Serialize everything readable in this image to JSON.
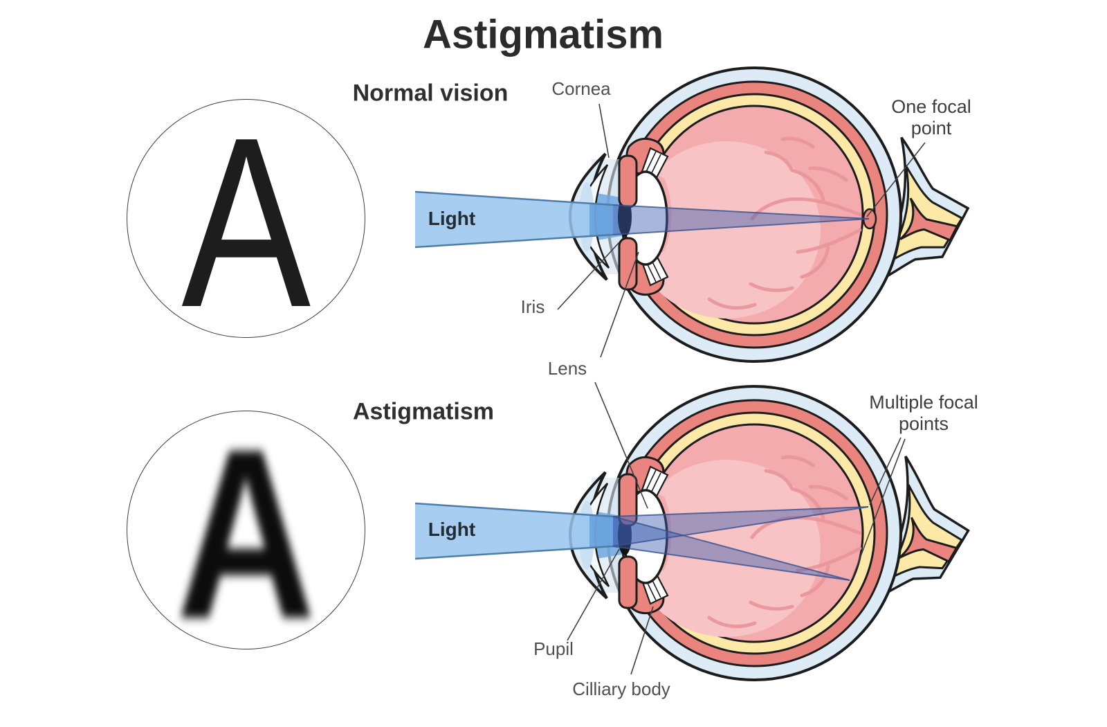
{
  "title": "Astigmatism",
  "sections": {
    "normal": {
      "subtitle": "Normal vision",
      "test_letter": "A",
      "beam_label": "Light",
      "labels": {
        "cornea": "Cornea",
        "iris": "Iris",
        "lens": "Lens",
        "focal_line1": "One focal",
        "focal_line2": "point"
      }
    },
    "astigmatism": {
      "subtitle": "Astigmatism",
      "test_letter": "A",
      "beam_label": "Light",
      "labels": {
        "pupil": "Pupil",
        "ciliary_body": "Cilliary body",
        "focal_line1": "Multiple focal",
        "focal_line2": "points"
      }
    }
  },
  "colors": {
    "sclera": "#dcebf5",
    "choroid": "#e9857e",
    "retina_layer": "#fce9a7",
    "vitreous": "#f3abae",
    "vitreous_light": "#f8c3c4",
    "vessels": "#e8959a",
    "light_beam": "#98c4ee",
    "beam_edge": "#4e7cab",
    "focused_beam": "#3e5db2",
    "outline": "#1c1c1c",
    "label_text": "#4f4f4f",
    "heading_text": "#2b2b2b"
  }
}
